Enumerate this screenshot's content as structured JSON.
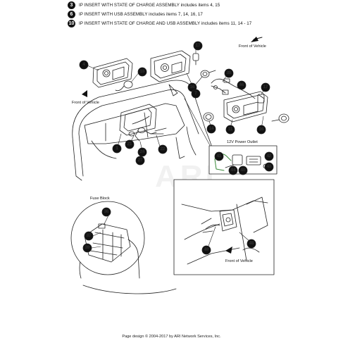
{
  "legend": [
    {
      "num": "3",
      "text": "IP INSERT WITH STATE OF CHARGE ASSEMBLY includes items 4, 15"
    },
    {
      "num": "6",
      "text": "IP INSERT WITH USB ASSEMBLY includes items 7, 14, 16, 17"
    },
    {
      "num": "10",
      "text": "IP INSERT WITH STATE OF CHARGE AND USB ASSEMBLY includes items 11, 14 - 17"
    }
  ],
  "labels": {
    "front_top": "Front of Vehicle",
    "front_left": "Front of Vehicle",
    "power_outlet": "12V Power Outlet",
    "fuse_block": "Fuse Block",
    "front_bottom": "Front of Vehicle"
  },
  "callouts": {
    "c4": "4",
    "c15": "15",
    "c17a": "17",
    "c16a": "16",
    "c7": "7",
    "c38": "38",
    "c46": "46",
    "c17b": "17",
    "c14": "14",
    "c11": "11",
    "c16b": "16",
    "c1": "1",
    "c21": "21",
    "c24": "24",
    "c27": "27",
    "c22": "22",
    "c41": "41",
    "c44": "44",
    "c40": "40",
    "c42": "42",
    "c43": "43",
    "c36": "36",
    "c37": "37",
    "c39": "39",
    "c49": "49",
    "c48": "48"
  },
  "watermark": "ARI",
  "footer": "Page design © 2004-2017 by ARI Network Services, Inc.",
  "colors": {
    "ink": "#111111",
    "outlet_green": "#3a8a3a",
    "background": "#ffffff"
  }
}
